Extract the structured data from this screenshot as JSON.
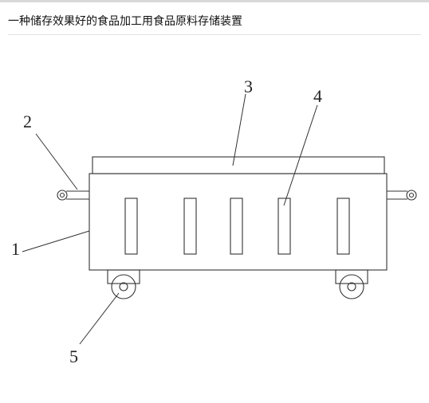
{
  "page": {
    "title": "一种储存效果好的食品加工用食品原料存储装置"
  },
  "diagram": {
    "labels": {
      "box_body": "1",
      "handle": "2",
      "lid": "3",
      "vent_slot": "4",
      "wheel": "5"
    }
  }
}
